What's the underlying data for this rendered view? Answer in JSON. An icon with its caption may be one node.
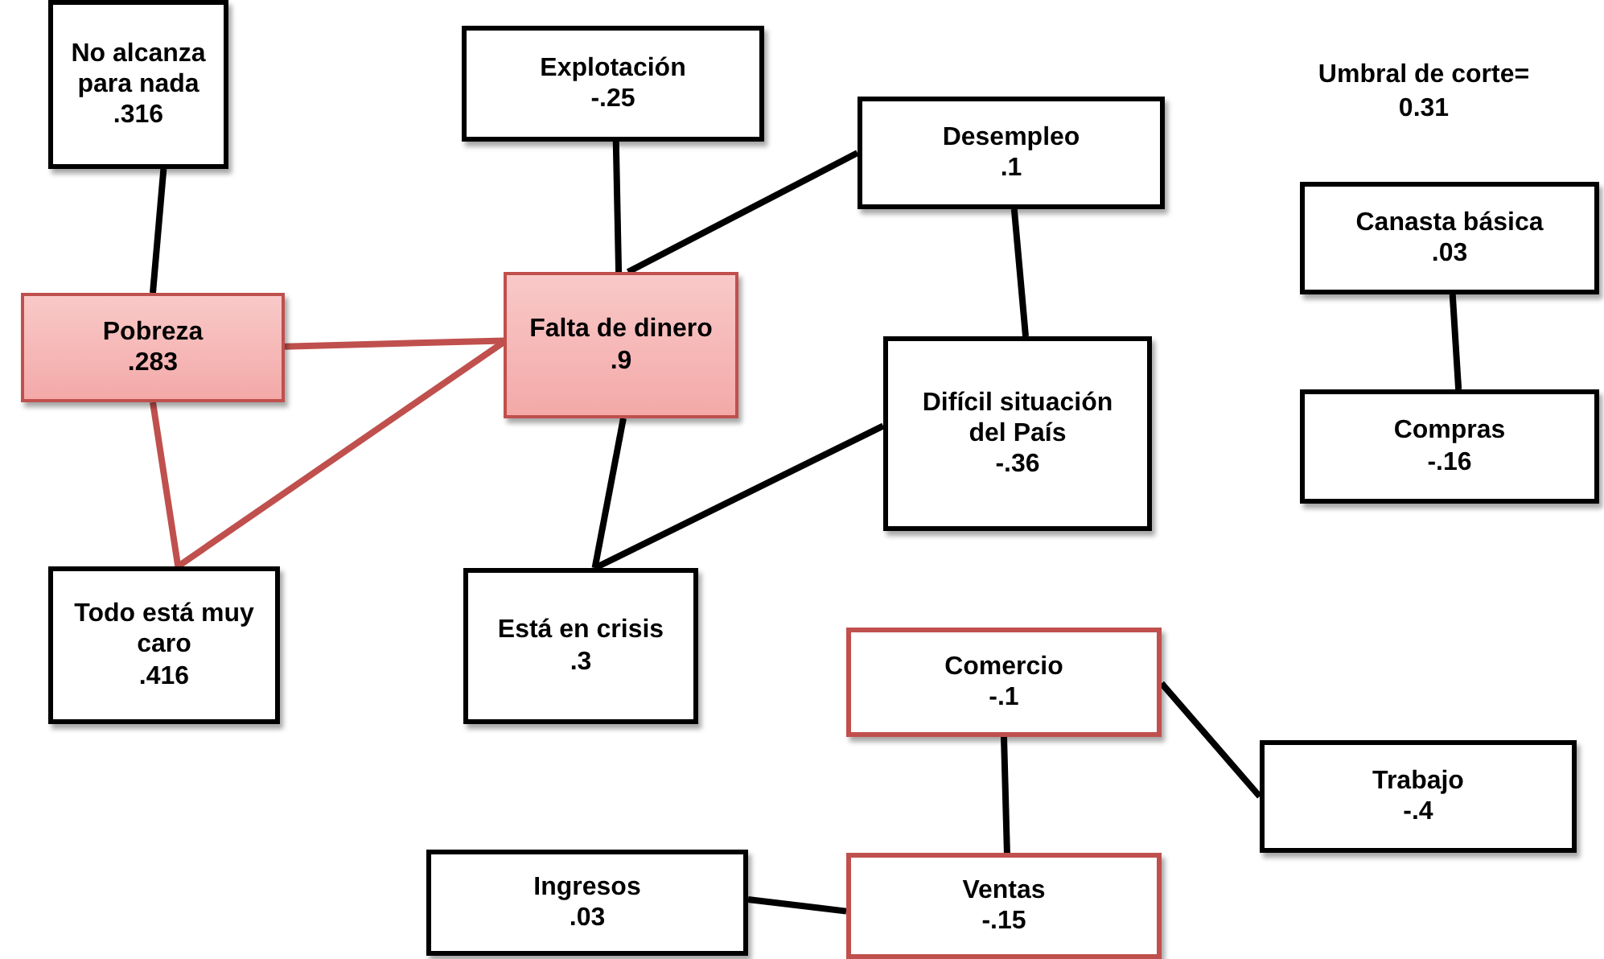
{
  "diagram": {
    "nodes": [
      {
        "text": [
          "No alcanza para nada",
          ".316"
        ]
      },
      {
        "text": [
          "Explotación",
          "-.25"
        ]
      },
      {
        "text": [
          "Desempleo",
          ".1"
        ]
      },
      {
        "text": [
          "Pobreza",
          ".283"
        ]
      },
      {
        "text": [
          "Falta de dinero",
          ".9"
        ]
      },
      {
        "text": [
          "Difícil situación del País",
          "-.36"
        ]
      },
      {
        "text": [
          "Canasta básica",
          ".03"
        ]
      },
      {
        "text": [
          "Compras",
          "-.16"
        ]
      },
      {
        "text": [
          "Todo está muy caro",
          ".416"
        ]
      },
      {
        "text": [
          "Está en crisis",
          ".3"
        ]
      },
      {
        "text": [
          "Comercio",
          "-.1"
        ]
      },
      {
        "text": [
          "Trabajo",
          "-.4"
        ]
      },
      {
        "text": [
          "Ingresos",
          ".03"
        ]
      },
      {
        "text": [
          "Ventas",
          "-.15"
        ]
      }
    ],
    "edges": [
      {
        "from": 0,
        "to": 3,
        "arrow": "none"
      },
      {
        "from": 3,
        "to": 4,
        "arrow": "none",
        "color": "#c0504d"
      },
      {
        "from": 4,
        "to": 8,
        "arrow": "none",
        "color": "#c0504d"
      },
      {
        "from": 3,
        "to": 8,
        "arrow": "none",
        "color": "#c0504d"
      },
      {
        "from": 1,
        "to": 4,
        "arrow": "none"
      },
      {
        "from": 2,
        "to": 4,
        "arrow": "none"
      },
      {
        "from": 2,
        "to": 5,
        "arrow": "none"
      },
      {
        "from": 4,
        "to": 9,
        "arrow": "none"
      },
      {
        "from": 5,
        "to": 9,
        "arrow": "none"
      },
      {
        "from": 6,
        "to": 7,
        "arrow": "none"
      },
      {
        "from": 10,
        "to": 11,
        "arrow": "none"
      },
      {
        "from": 10,
        "to": 13,
        "arrow": "none"
      },
      {
        "from": 12,
        "to": 13,
        "arrow": "none"
      }
    ],
    "labels": [
      "Umbral de corte= 0.31"
    ]
  }
}
